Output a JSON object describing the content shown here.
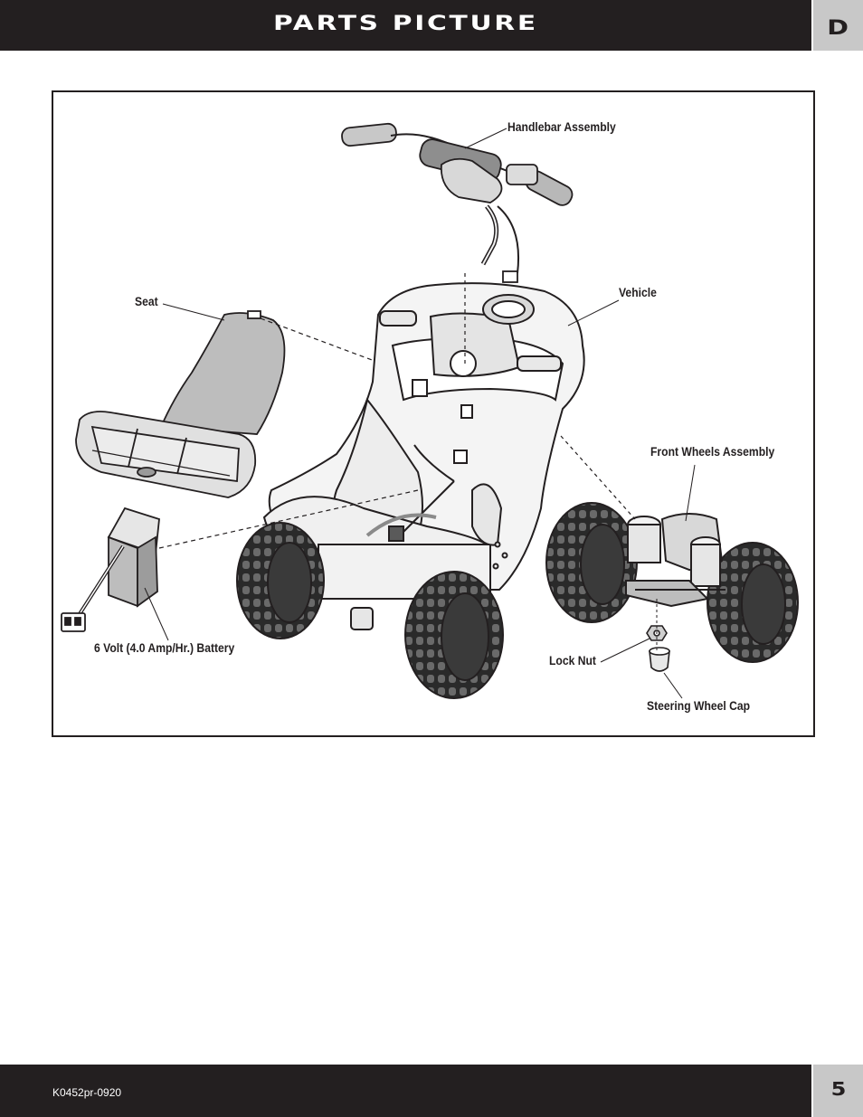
{
  "header": {
    "title": "PARTS PICTURE",
    "section": "D"
  },
  "figure": {
    "callouts": {
      "handlebar": "Handlebar Assembly",
      "vehicle": "Vehicle",
      "seat": "Seat",
      "front_wheels": "Front Wheels Assembly",
      "battery": "6 Volt (4.0 Amp/Hr.) Battery",
      "lock_nut": "Lock Nut",
      "steering_cap": "Steering Wheel Cap"
    }
  },
  "footer": {
    "doc_code": "K0452pr-0920",
    "page_number": "5"
  }
}
